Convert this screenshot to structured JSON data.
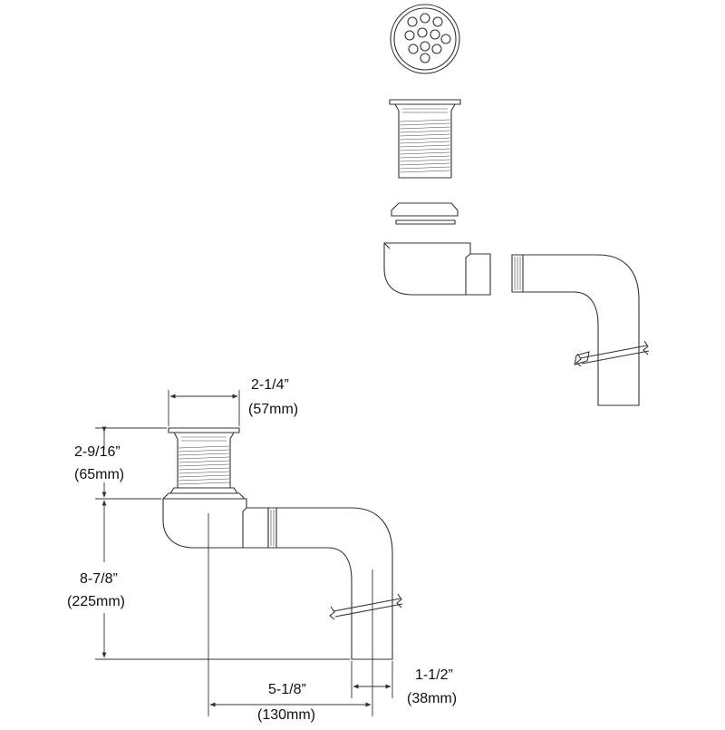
{
  "dimensions": {
    "flange_width": {
      "imperial": "2-1/4”",
      "metric": "(57mm)"
    },
    "strainer_height": {
      "imperial": "2-9/16”",
      "metric": "(65mm)"
    },
    "drain_drop": {
      "imperial": "8-7/8”",
      "metric": "(225mm)"
    },
    "outlet_offset": {
      "imperial": "5-1/8”",
      "metric": "(130mm)"
    },
    "pipe_diameter": {
      "imperial": "1-1/2”",
      "metric": "(38mm)"
    }
  }
}
